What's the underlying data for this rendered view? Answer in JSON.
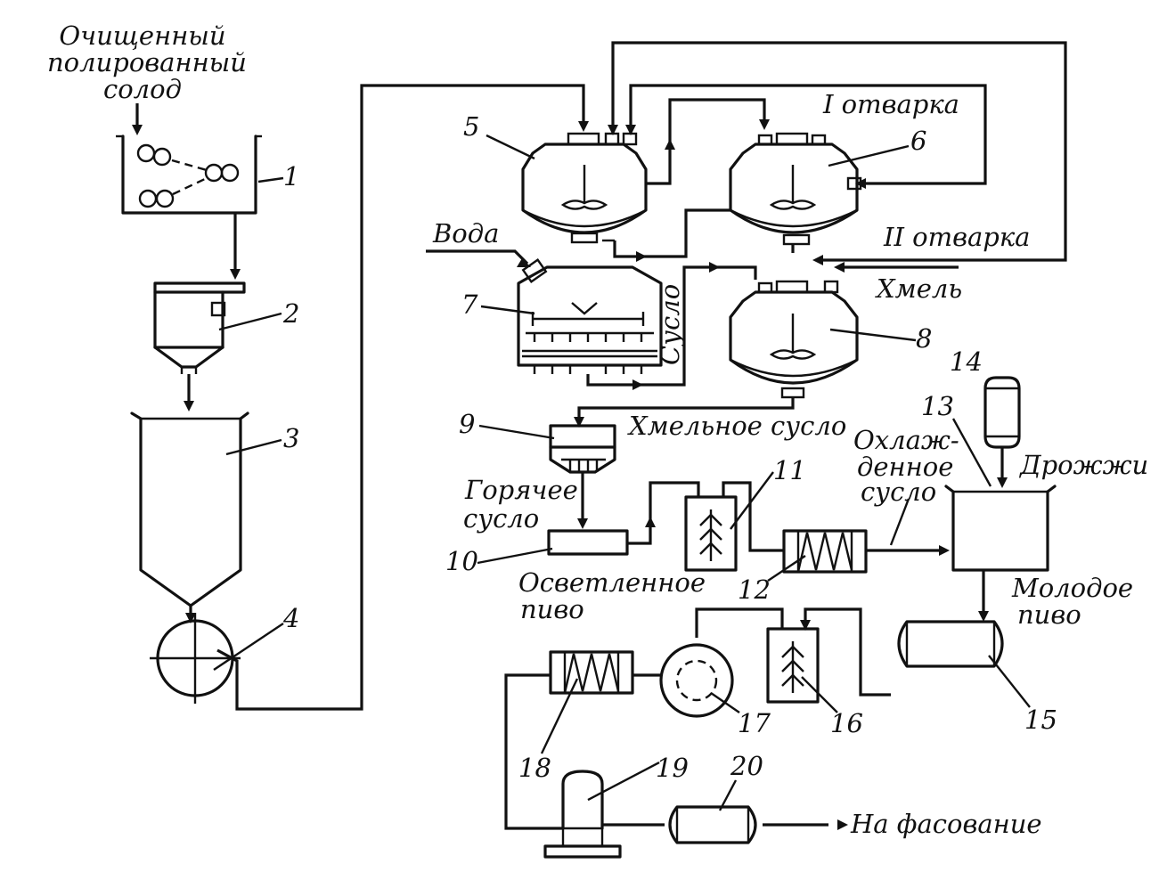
{
  "labels": {
    "malt_line1": "Очищенный",
    "malt_line2": "полированный",
    "malt_line3": "солод",
    "water": "Вода",
    "first_decoction": "I отварка",
    "second_decoction": "II отварка",
    "hops": "Хмель",
    "wort": "Сусло",
    "hopped_wort": "Хмельное сусло",
    "hot_wort_line1": "Горячее",
    "hot_wort_line2": "сусло",
    "cooled_wort_line1": "Охлаж-",
    "cooled_wort_line2": "денное",
    "cooled_wort_line3": "сусло",
    "yeast": "Дрожжи",
    "clarified_beer_line1": "Осветленное",
    "clarified_beer_line2": "пиво",
    "young_beer_line1": "Молодое",
    "young_beer_line2": "пиво",
    "to_packaging": "На фасование"
  },
  "numbers": {
    "n1": "1",
    "n2": "2",
    "n3": "3",
    "n4": "4",
    "n5": "5",
    "n6": "6",
    "n7": "7",
    "n8": "8",
    "n9": "9",
    "n10": "10",
    "n11": "11",
    "n12": "12",
    "n13": "13",
    "n14": "14",
    "n15": "15",
    "n16": "16",
    "n17": "17",
    "n18": "18",
    "n19": "19",
    "n20": "20"
  }
}
